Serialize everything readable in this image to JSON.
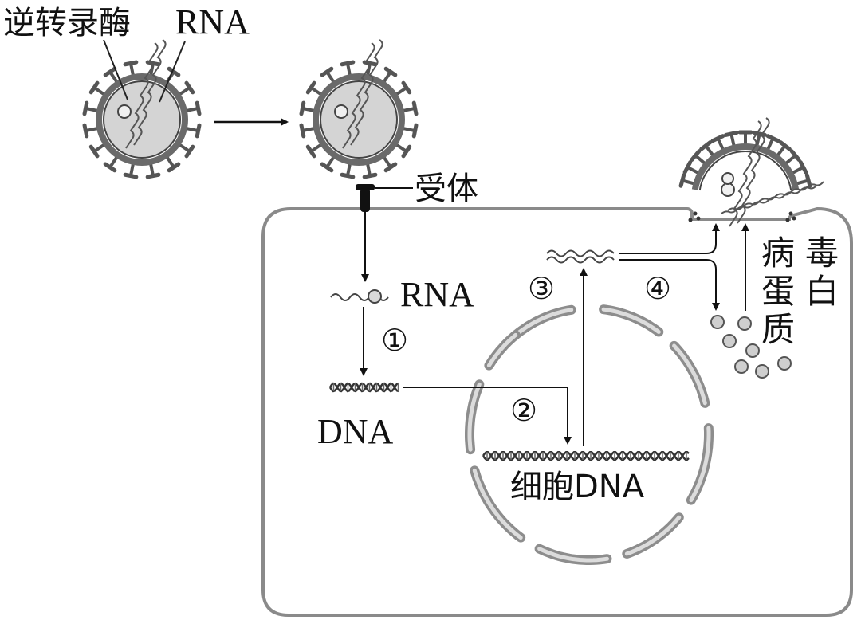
{
  "labels": {
    "reverse_transcriptase": "逆转录酶",
    "viral_rna_top": "RNA",
    "receptor": "受体",
    "rna": "RNA",
    "dna": "DNA",
    "cell_dna": "细胞DNA",
    "viral_protein_col1": "病毒",
    "viral_protein_col2": "蛋白",
    "viral_protein_col3": "质"
  },
  "steps": [
    "①",
    "②",
    "③",
    "④"
  ],
  "colors": {
    "membrane": "#8a8a8a",
    "virus_body": "#c9c9c9",
    "spike": "#5a5a5a",
    "arrow": "#111111",
    "nucleus": "#9a9a9a"
  }
}
